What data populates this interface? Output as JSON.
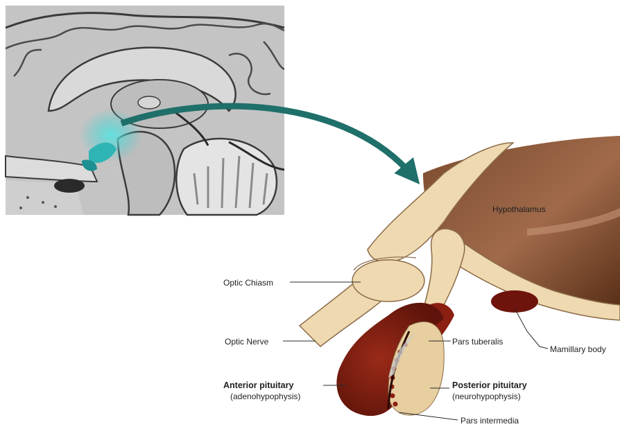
{
  "labels": {
    "hypothalamus": "Hypothalamus",
    "optic_chiasm": "Optic Chiasm",
    "optic_nerve": "Optic Nerve",
    "pars_tuberalis": "Pars tuberalis",
    "mamillary_body": "Mamillary body",
    "anterior_pituitary": "Anterior pituitary",
    "anterior_pituitary_sub": "(adenohypophysis)",
    "posterior_pituitary": "Posterior pituitary",
    "posterior_pituitary_sub": "(neurohypophysis)",
    "pars_intermedia": "Pars intermedia"
  },
  "colors": {
    "highlight": "#3cc7c9",
    "arrow": "#1f6f6a",
    "neural_tissue": "#efd9b0",
    "hypothalamus_dark": "#6b3b22",
    "anterior_lobe": "#7a1e12",
    "brain_gray": "#b9b9b9"
  }
}
